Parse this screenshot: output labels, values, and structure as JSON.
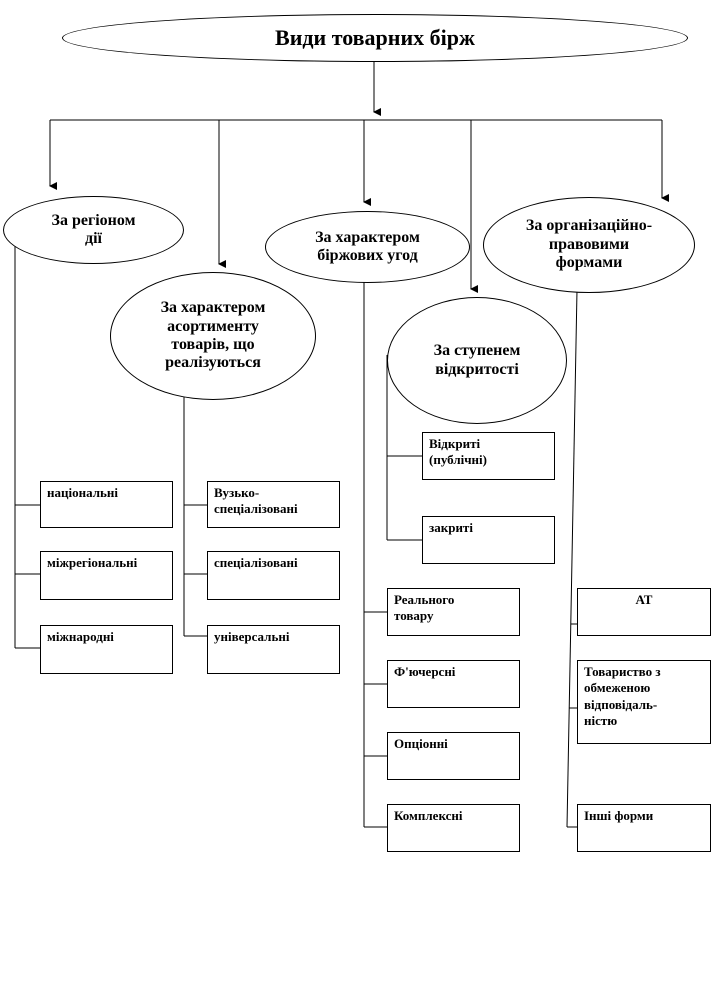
{
  "title": "Види товарних бірж",
  "groups": {
    "region": {
      "label": "За регіоном\nдії",
      "items": [
        "національні",
        "міжрегіональні",
        "міжнародні"
      ]
    },
    "assortment": {
      "label": "За характером\nасортименту\nтоварів, що\nреалізуються",
      "items": [
        "Вузько-\nспеціалізовані",
        "спеціалізовані",
        "універсальні"
      ]
    },
    "deals": {
      "label": "За характером\nбіржових угод",
      "items": [
        "Реального\nтовару",
        "Ф'ючерсні",
        "Опціонні",
        "Комплексні"
      ]
    },
    "openness": {
      "label": "За ступенем\nвідкритості",
      "items": [
        "Відкриті\n(публічні)",
        "закриті"
      ]
    },
    "legal": {
      "label": "За організаційно-\nправовими\nформами",
      "items": [
        "АТ",
        "Товариство з\nобмеженою\nвідповідаль-\nністю",
        "Інші форми"
      ]
    }
  }
}
